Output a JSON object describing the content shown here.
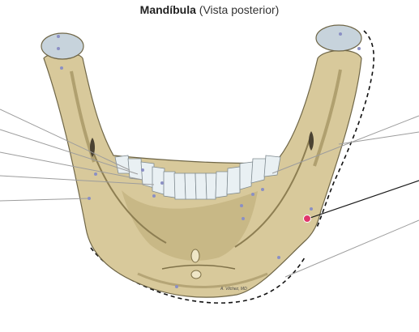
{
  "title": {
    "main": "Mandíbula",
    "qualifier": "(Vista posterior)"
  },
  "signature": "A. Vilchez, MD",
  "colors": {
    "bone": "#d8c99b",
    "bone_shadow": "#b6a473",
    "bone_outline": "#6f6647",
    "condyle": "#c7d3dc",
    "teeth": "#e9f0f3",
    "leader_line": "#9c9c9c",
    "leader_line_dark": "#1a1a1a",
    "marker_dot": "#8b8fc4",
    "highlight_point": "#e0356b",
    "dashed_outline": "#111111"
  },
  "leader_lines": [
    {
      "id": "left-1",
      "side": "left",
      "color": "leader_line"
    },
    {
      "id": "left-2",
      "side": "left",
      "color": "leader_line"
    },
    {
      "id": "left-3",
      "side": "left",
      "color": "leader_line"
    },
    {
      "id": "left-4",
      "side": "left",
      "color": "leader_line"
    },
    {
      "id": "left-5",
      "side": "left",
      "color": "leader_line"
    },
    {
      "id": "right-1",
      "side": "right",
      "color": "leader_line"
    },
    {
      "id": "right-2",
      "side": "right",
      "color": "leader_line"
    },
    {
      "id": "right-3",
      "side": "right",
      "color": "leader_line_dark"
    },
    {
      "id": "right-4",
      "side": "right",
      "color": "leader_line"
    }
  ]
}
